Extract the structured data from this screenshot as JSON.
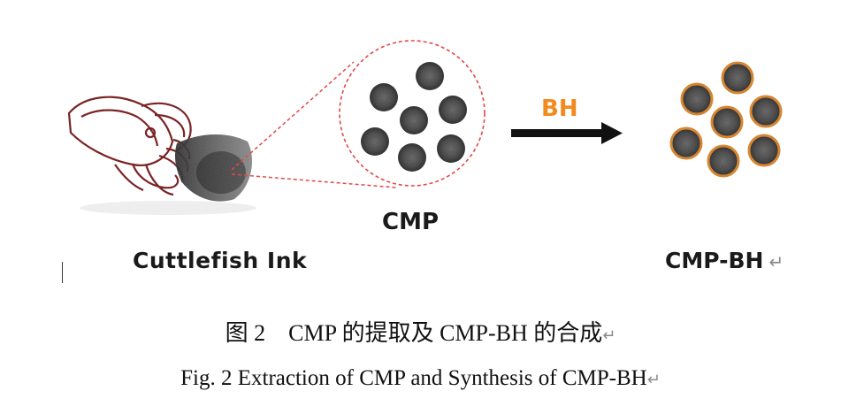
{
  "figure": {
    "ink_label": "Cuttlefish Ink",
    "cmp_label": "CMP",
    "arrow_label": "BH",
    "product_label": "CMP-BH",
    "colors": {
      "zoom_circle": "#e2484a",
      "particle": "#5a5a5a",
      "coating": "#f29a3a",
      "arrow_label": "#f28a1e",
      "squid_outline": "#7a2424"
    }
  },
  "caption": {
    "chinese": "图 2　CMP 的提取及 CMP-BH 的合成",
    "english": "Fig. 2 Extraction of CMP and Synthesis of CMP-BH"
  },
  "icons": [
    "squid-illustration-icon",
    "return-mark-icon"
  ],
  "return_mark": "↵"
}
